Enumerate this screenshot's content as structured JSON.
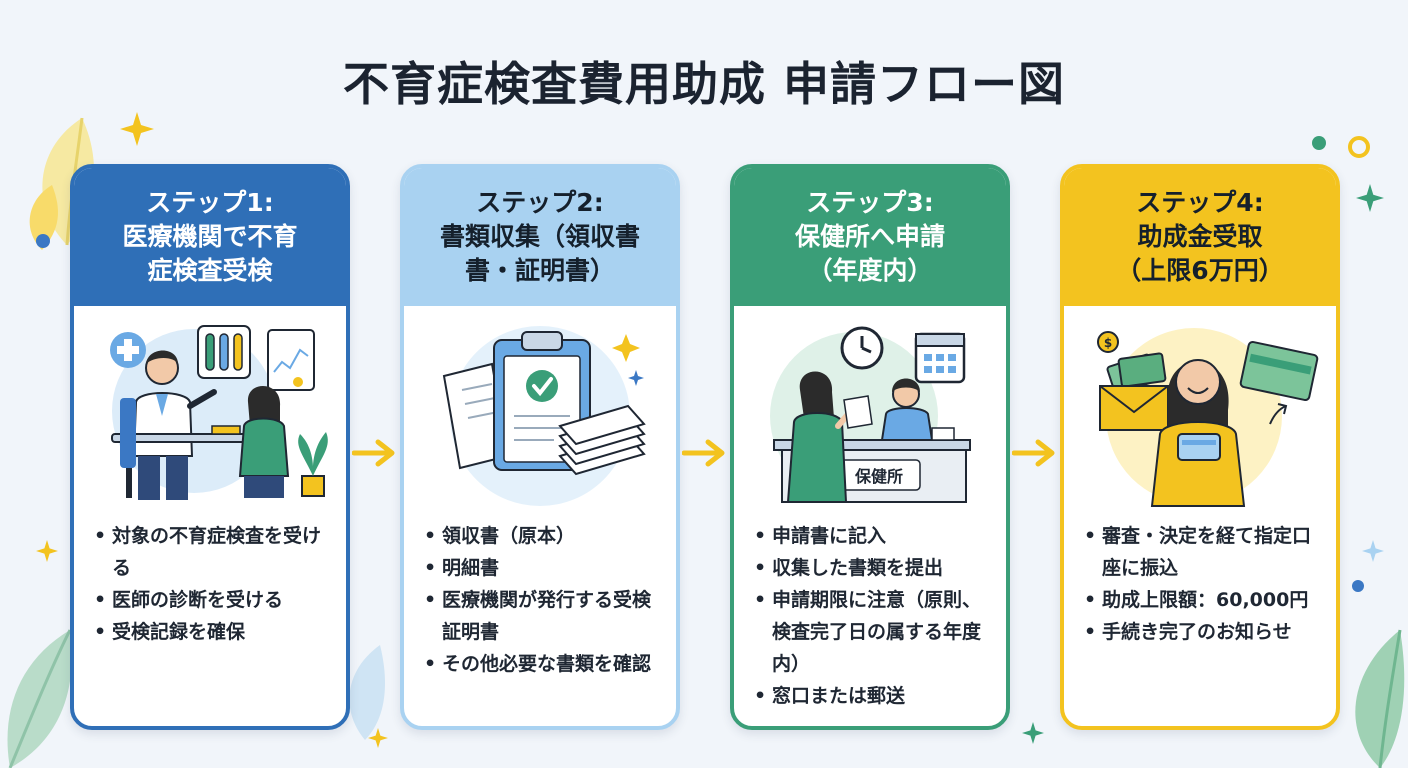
{
  "title": "不育症検査費用助成 申請フロー図",
  "colors": {
    "step1": "#2f6fb7",
    "step2": "#a9d2f1",
    "step3": "#3a9e78",
    "step4": "#f3c31f",
    "arrow": "#f3c31f"
  },
  "steps": [
    {
      "heading": [
        "ステップ1:",
        "医療機関で不育",
        "症検査受検"
      ],
      "illustration_icons": [
        "doctor-icon",
        "patient-icon",
        "test-tubes-icon",
        "medical-cross-icon",
        "chart-board-icon",
        "plant-icon"
      ],
      "items": [
        "対象の不育症検査を受ける",
        "医師の診断を受ける",
        "受検記録を確保"
      ]
    },
    {
      "heading": [
        "ステップ2:",
        "書類収集（領収書",
        "書・証明書）"
      ],
      "illustration_icons": [
        "clipboard-check-icon",
        "documents-icon",
        "paper-stack-icon",
        "sparkle-icon"
      ],
      "items": [
        "領収書（原本）",
        "明細書",
        "医療機関が発行する受検証明書",
        "その他必要な書類を確認"
      ]
    },
    {
      "heading": [
        "ステップ3:",
        "保健所へ申請",
        "（年度内）"
      ],
      "counter_sign": "保健所",
      "illustration_icons": [
        "clock-icon",
        "calendar-icon",
        "applicant-icon",
        "clerk-icon",
        "counter-icon"
      ],
      "items": [
        "申請書に記入",
        "収集した書類を提出",
        "申請期限に注意（原則、検査完了日の属する年度内）",
        "窓口または郵送"
      ]
    },
    {
      "heading": [
        "ステップ4:",
        "助成金受取",
        "（上限6万円）"
      ],
      "illustration_icons": [
        "money-envelope-icon",
        "woman-smiling-icon",
        "bank-card-icon",
        "coin-icon"
      ],
      "items": [
        "審査・決定を経て指定口座に振込",
        "助成上限額：60,000円",
        "手続き完了のお知らせ"
      ]
    }
  ],
  "arrow_icon": "arrow-right-icon"
}
